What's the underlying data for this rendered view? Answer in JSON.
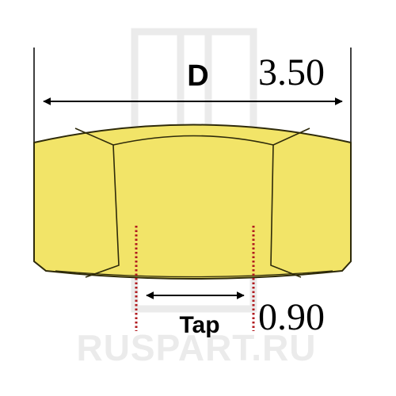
{
  "colors": {
    "nut_fill": "#F2E468",
    "nut_stroke": "#2E2A0A",
    "tap_lines": "#B0191E",
    "dimension_lines": "#000000",
    "watermark": "#EBEBEB",
    "background": "#FFFFFF"
  },
  "labels": {
    "diameter_symbol": "D",
    "diameter_value": "3.50",
    "tap_label": "Tap",
    "tap_value": "0.90"
  },
  "watermark": {
    "text": "RUSPART.RU"
  }
}
